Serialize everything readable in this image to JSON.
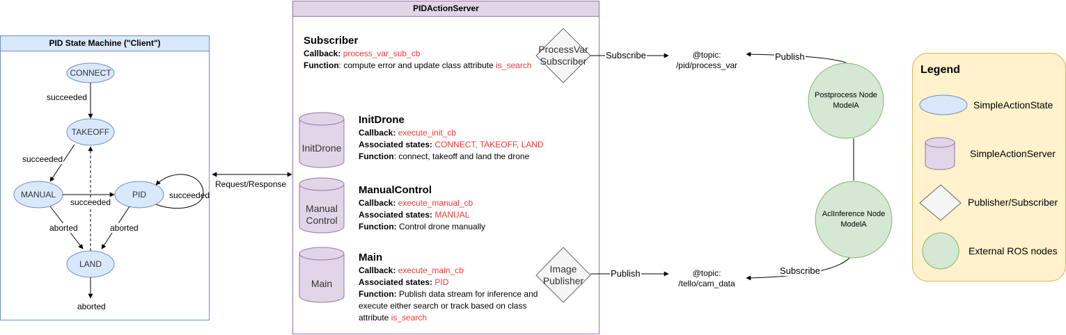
{
  "client": {
    "title": "PID State Machine (\"Client\")",
    "states": {
      "connect": "CONNECT",
      "takeoff": "TAKEOFF",
      "manual": "MANUAL",
      "pid": "PID",
      "land": "LAND"
    },
    "edges": {
      "connect_takeoff": "succeeded",
      "takeoff_manual": "succeeded",
      "manual_pid": "succeeded",
      "pid_self": "succeeded",
      "manual_land": "aborted",
      "pid_land": "aborted",
      "land_end": "aborted"
    }
  },
  "request_response": "Request/Response",
  "server": {
    "title": "PIDActionServer",
    "subscriber": {
      "title": "Subscriber",
      "callback_label": "Callback:",
      "callback": "process_var_sub_cb",
      "function_label": "Function",
      "function_text": ": compute error and update class attribute ",
      "function_attr": "is_search",
      "shape_label_1": "ProcessVar",
      "shape_label_2": "Subscriber"
    },
    "init": {
      "cylinder": "InitDrone",
      "title": "InitDrone",
      "callback_label": "Callback:",
      "callback": "execute_init_cb",
      "states_label": "Associated states:",
      "states": "CONNECT, TAKEOFF, LAND",
      "function_label": "Function",
      "function_text": ": connect, takeoff and land the drone"
    },
    "manual": {
      "cylinder_1": "Manual",
      "cylinder_2": "Control",
      "title": "ManualControl",
      "callback_label": "Callback:",
      "callback": "execute_manual_cb",
      "states_label": "Associated states:",
      "states": "MANUAL",
      "function_label": "Function:",
      "function_text": " Control drone manually"
    },
    "main": {
      "cylinder": "Main",
      "title": "Main",
      "callback_label": "Callback:",
      "callback": "execute_main_cb",
      "states_label": "Associated states:",
      "states": "PID",
      "function_label": "Function:",
      "function_line1": " Publish data stream for inference and",
      "function_line2": "execute either search or track based on class",
      "function_line3": "attribute ",
      "function_attr": "is_search",
      "shape_label_1": "Image",
      "shape_label_2": "Publisher"
    }
  },
  "flows": {
    "subscribe_top": "Subscribe",
    "publish_top": "Publish",
    "publish_bottom": "Publish",
    "subscribe_bottom": "Subscribe"
  },
  "topics": {
    "process_var_1": "@topic:",
    "process_var_2": "/pid/process_var",
    "cam_data_1": "@topic:",
    "cam_data_2": "/tello/cam_data"
  },
  "nodes": {
    "postprocess_1": "Postprocess Node",
    "postprocess_2": "ModelA",
    "inference_1": "AclInference Node",
    "inference_2": "ModelA"
  },
  "legend": {
    "title": "Legend",
    "items": [
      "SimpleActionState",
      "SimpleActionServer",
      "Publisher/Subscriber",
      "External ROS nodes"
    ]
  },
  "colors": {
    "client_header": "#dae8fc",
    "client_border": "#6c8ebf",
    "server_header": "#e1d5e7",
    "server_border": "#9673a6",
    "node_green": "#d5e8d4",
    "node_green_border": "#82b366",
    "diamond": "#f5f5f5",
    "legend_bg": "#fff2cc",
    "legend_border": "#d6b656",
    "highlight_red": "#ff3333"
  }
}
